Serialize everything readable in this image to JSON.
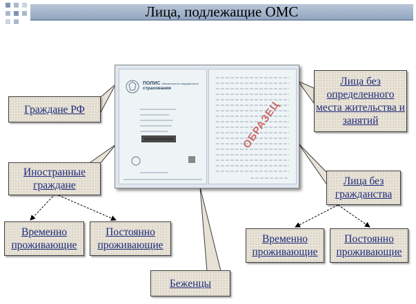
{
  "title": "Лица, подлежащие ОМС",
  "document": {
    "heading": "ПОЛИС",
    "heading_small": "обязательного медицинского",
    "subheading": "страхования",
    "stamp": "ОБРАЗЕЦ"
  },
  "boxes": {
    "citizens": "Граждане РФ",
    "foreigners": "Иностранные граждане",
    "foreign_temporary": "Временно проживающие",
    "foreign_permanent": "Постоянно проживающие",
    "refugees": "Беженцы",
    "homeless": "Лица без определенного места жительства и занятий",
    "stateless": "Лица без гражданства",
    "stateless_temporary": "Временно проживающие",
    "stateless_permanent": "Постоянно проживающие"
  },
  "colors": {
    "title_bar": "#9fb1c9",
    "box_fill": "#e8e2d6",
    "box_text": "#1c2a7a",
    "deco_squares": "#7d93b3"
  }
}
